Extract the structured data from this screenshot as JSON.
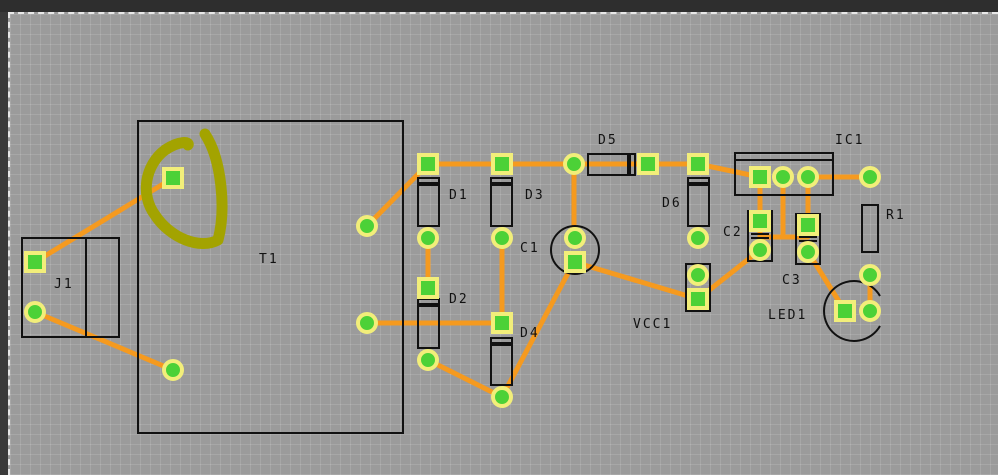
{
  "colors": {
    "board": "#9b9b9b",
    "trace": "#f59a1f",
    "pad_ring": "#f2ee7a",
    "pad_hole": "#4cd137",
    "outline": "#111111",
    "highlight": "#a3a300"
  },
  "labels": {
    "J1": "J1",
    "T1": "T1",
    "D1": "D1",
    "D2": "D2",
    "D3": "D3",
    "D4": "D4",
    "D5": "D5",
    "D6": "D6",
    "C1": "C1",
    "C2": "C2",
    "C3": "C3",
    "VCC1": "VCC1",
    "IC1": "IC1",
    "R1": "R1",
    "LED1": "LED1"
  }
}
